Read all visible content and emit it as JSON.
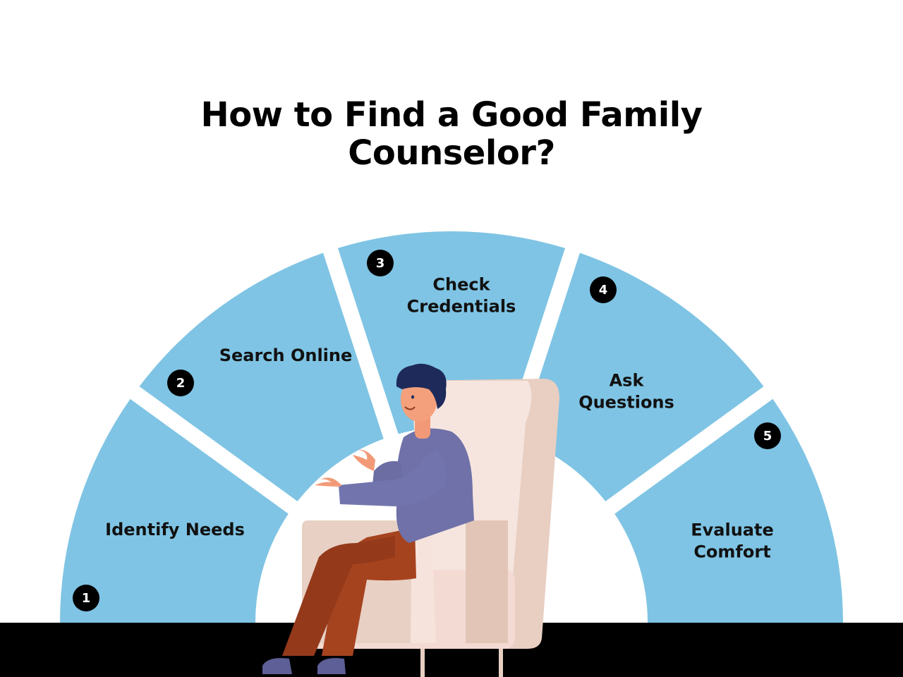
{
  "title": {
    "line1": "How to Find a Good Family",
    "line2": "Counselor?"
  },
  "colors": {
    "segment": "#7fc4e4",
    "badge": "#000000",
    "badge_text": "#ffffff",
    "floor": "#000000",
    "background": "#ffffff"
  },
  "steps": [
    {
      "number": "1",
      "label_lines": [
        "Identify Needs"
      ]
    },
    {
      "number": "2",
      "label_lines": [
        "Search Online"
      ]
    },
    {
      "number": "3",
      "label_lines": [
        "Check",
        "Credentials"
      ]
    },
    {
      "number": "4",
      "label_lines": [
        "Ask",
        "Questions"
      ]
    },
    {
      "number": "5",
      "label_lines": [
        "Evaluate",
        "Comfort"
      ]
    }
  ],
  "illustration": "person-sitting-in-armchair"
}
